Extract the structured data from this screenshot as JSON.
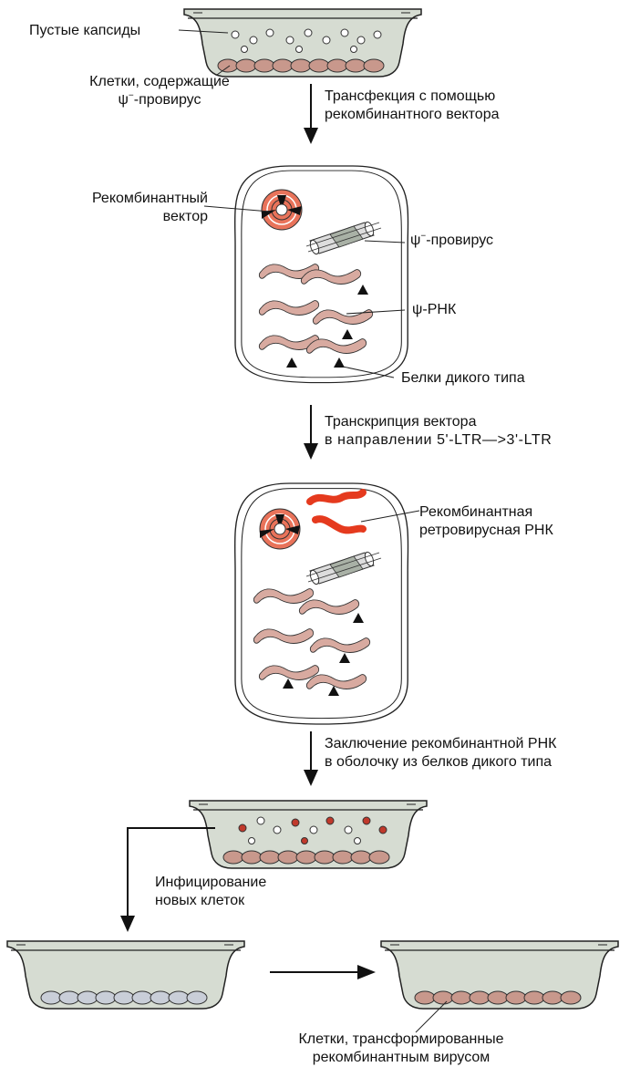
{
  "labels": {
    "empty_capsids": "Пустые капсиды",
    "cells_provirus_line1": "Клетки, содержащие",
    "cells_provirus_line2_psi": "ψ",
    "cells_provirus_line2_sup": "−",
    "cells_provirus_line2_rest": "-провирус",
    "step1_line1": "Трансфекция с помощью",
    "step1_line2": "рекомбинантного вектора",
    "recombinant_vector_line1": "Рекомбинантный",
    "recombinant_vector_line2": "вектор",
    "psi_minus_provirus_psi": "ψ",
    "psi_minus_provirus_sup": "−",
    "psi_minus_provirus_rest": "-провирус",
    "psi_rna": "ψ-РНК",
    "wild_type_proteins": "Белки дикого типа",
    "step2_line1": "Транскрипция вектора",
    "step2_line2": "в направлении 5'-LTR—>3'-LTR",
    "recombinant_rna_line1": "Рекомбинантная",
    "recombinant_rna_line2": "ретровирусная РНК",
    "step3_line1": "Заключение рекомбинантной РНК",
    "step3_line2": "в оболочку из белков дикого типа",
    "infection_line1": "Инфицирование",
    "infection_line2": "новых клеток",
    "transformed_line1": "Клетки, трансформированные",
    "transformed_line2": "рекомбинантным вирусом"
  },
  "colors": {
    "dish_fill": "#d6dcd2",
    "cell_fill": "#c8988c",
    "rna_fill": "#d8aaa0",
    "recombinant_rna": "#e53a1e",
    "vector_ring": "#e9735a",
    "arrow": "#111111"
  }
}
